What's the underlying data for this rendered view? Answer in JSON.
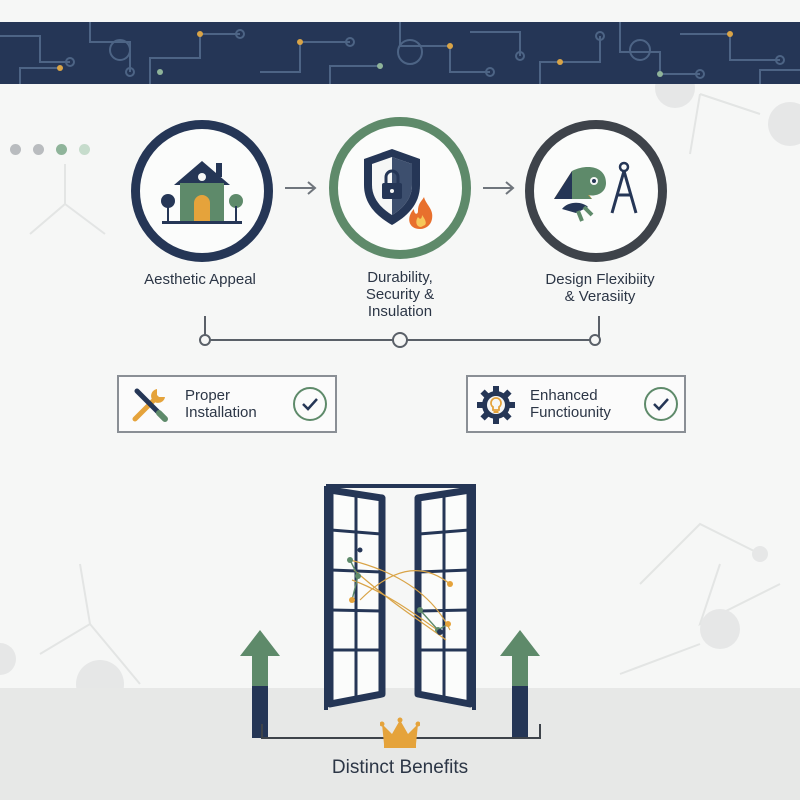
{
  "colors": {
    "navy": "#253656",
    "green": "#5e8a6a",
    "dark_gray": "#3e434a",
    "orange": "#e5a33b",
    "line_gray": "#8a8f95"
  },
  "steps": [
    {
      "label": "Aesthetic Appeal",
      "icon": "house-icon"
    },
    {
      "label": "Durability,\nSecurity &\nInsulation",
      "icon": "shield-lock-fire-icon"
    },
    {
      "label": "Design Flexibiity\n& Verasiity",
      "icon": "chameleon-compass-icon"
    }
  ],
  "cards": [
    {
      "label": "Proper\nInstallation",
      "icon": "wrench-screwdriver-icon",
      "status": "check-icon"
    },
    {
      "label": "Enhanced\nFunctiounity",
      "icon": "gear-lightbulb-icon",
      "status": "check-icon"
    }
  ],
  "footer": {
    "title": "Distinct Benefits",
    "icon": "crown-icon"
  }
}
